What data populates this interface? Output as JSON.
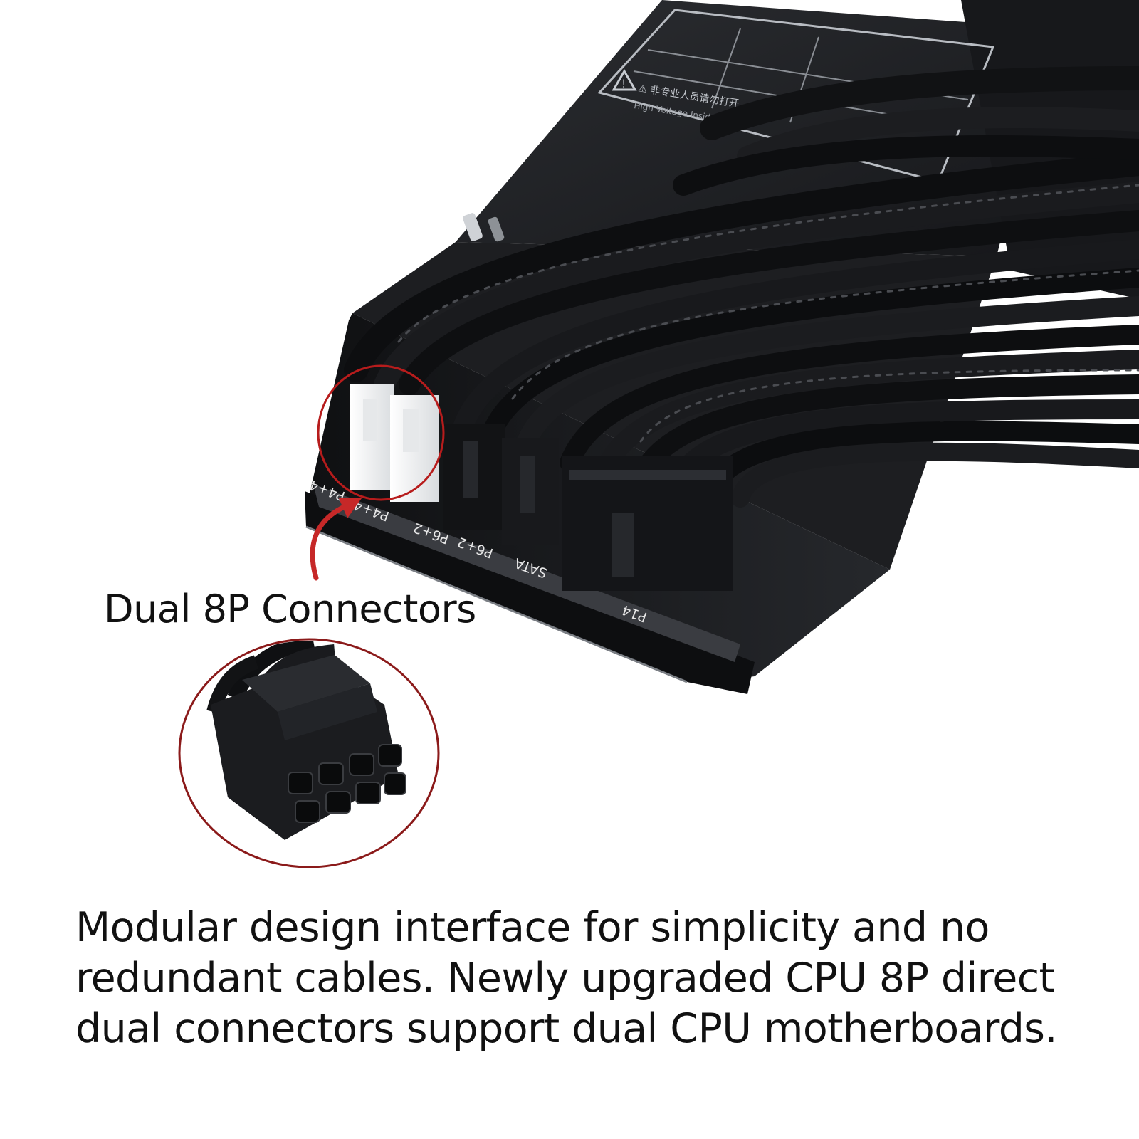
{
  "product": {
    "port_labels": [
      "P4+4",
      "P4+4",
      "P6+2",
      "P6+2",
      "SATA",
      "P14"
    ],
    "warning_line": "⚠ 非专业人员请勿打开",
    "warning_sub": "High Voltage Inside"
  },
  "callout": {
    "label": "Dual 8P Connectors"
  },
  "description": {
    "text": "Modular design interface for simplicity and no redundant cables. Newly upgraded CPU 8P direct dual connectors support dual CPU motherboards."
  },
  "colors": {
    "background": "#ffffff",
    "psu_body": "#1c1d20",
    "cable": "#111214",
    "highlight_circle": "#b71c1c",
    "arrow": "#c62828",
    "text": "#111111"
  },
  "icons": [
    "warning-icon",
    "arrow-icon"
  ]
}
